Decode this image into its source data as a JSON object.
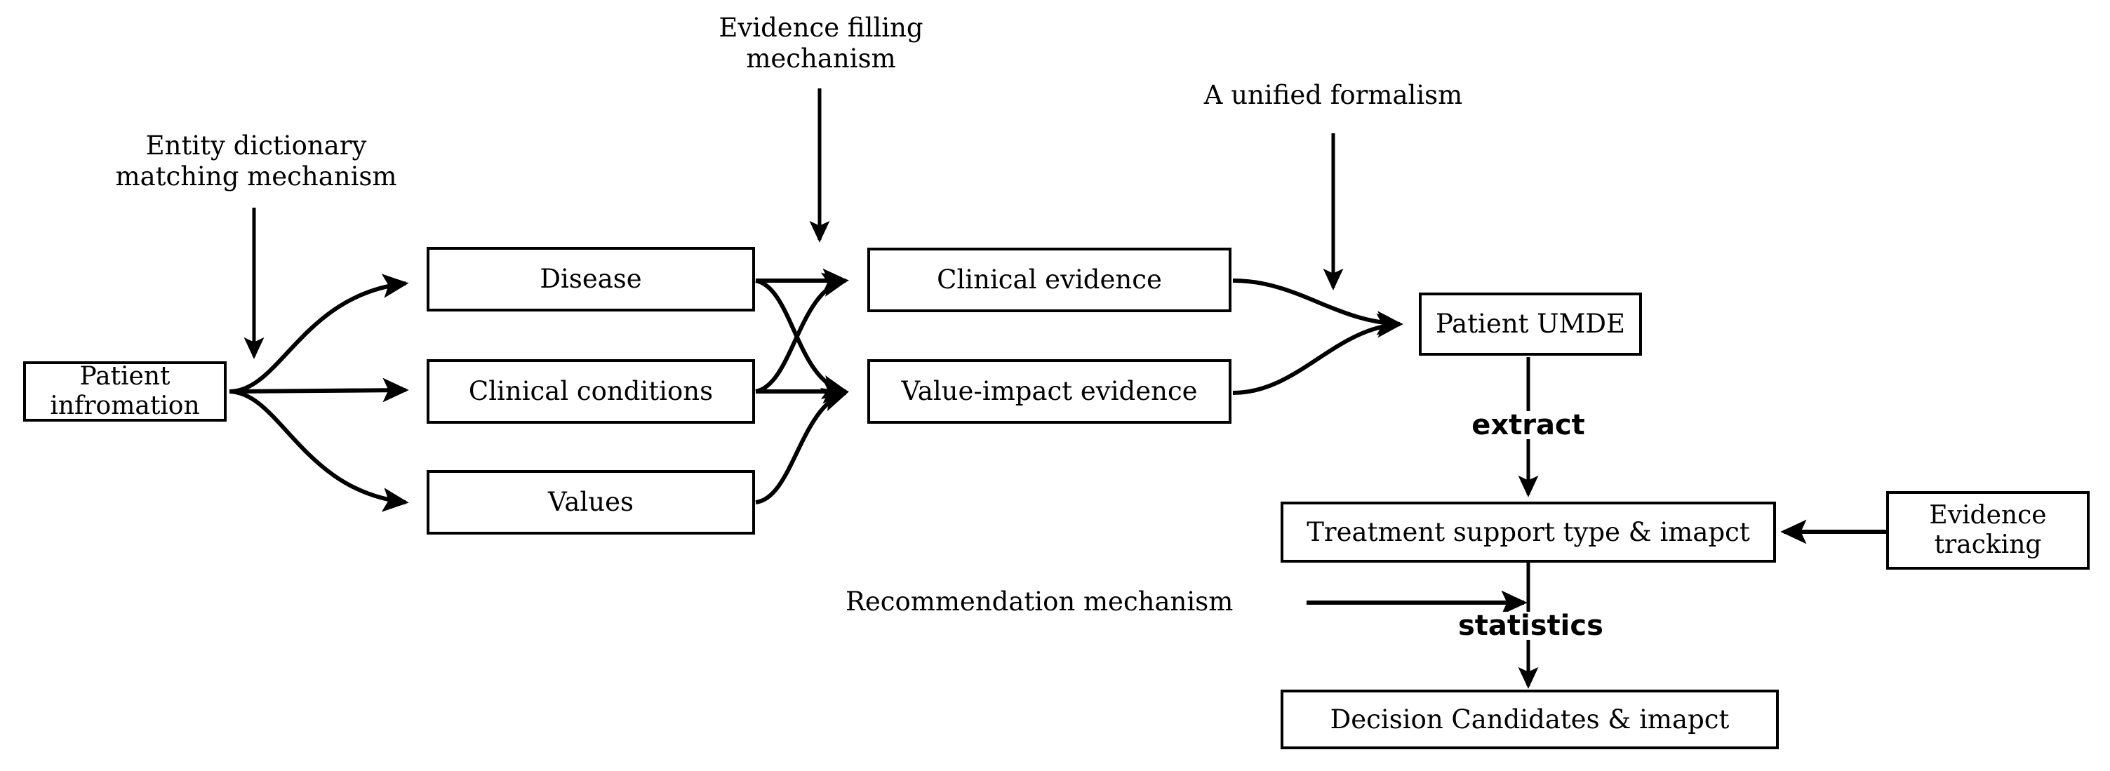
{
  "diagram": {
    "title_present": false,
    "background_color": "#ffffff",
    "stroke_color": "#000000",
    "nodes": {
      "patient_information": "Patient\ninfromation",
      "disease": "Disease",
      "clinical_conditions": "Clinical conditions",
      "values": "Values",
      "clinical_evidence": "Clinical evidence",
      "value_impact_evidence": "Value-impact evidence",
      "patient_umde": "Patient UMDE",
      "treatment_support": "Treatment support type & imapct",
      "decision_candidates": "Decision Candidates & imapct",
      "evidence_tracking": "Evidence\ntracking"
    },
    "annotations": {
      "entity_dictionary": "Entity dictionary\nmatching mechanism",
      "evidence_filling": "Evidence filling\nmechanism",
      "unified_formalism": "A unified formalism",
      "recommendation_mechanism": "Recommendation mechanism"
    },
    "edge_labels": {
      "extract": "extract",
      "statistics": "statistics"
    }
  }
}
